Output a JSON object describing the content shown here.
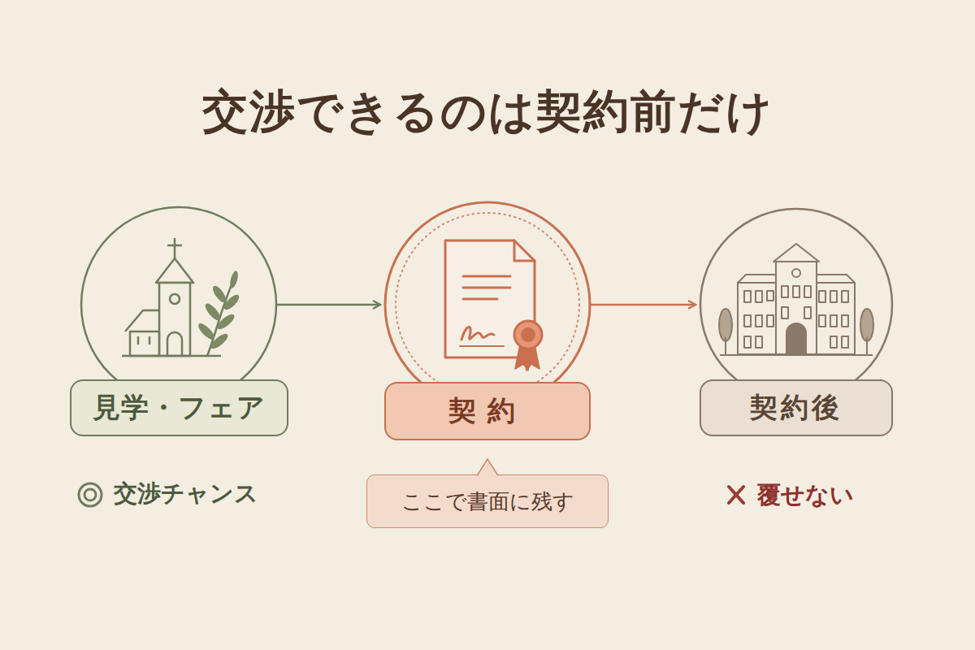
{
  "diagram": {
    "title": "交渉できるのは契約前だけ",
    "nodes": [
      {
        "text": [
          "見学・フェア"
        ]
      },
      {
        "text": [
          "契約"
        ]
      },
      {
        "text": [
          "契約後"
        ]
      },
      {
        "text": [
          "ここで書面に残す"
        ]
      }
    ],
    "edges": [
      {
        "from": 0,
        "to": 1,
        "arrow": "to"
      },
      {
        "from": 1,
        "to": 2,
        "arrow": "to"
      }
    ],
    "labels": [
      "交渉チャンス",
      "覆せない"
    ]
  }
}
